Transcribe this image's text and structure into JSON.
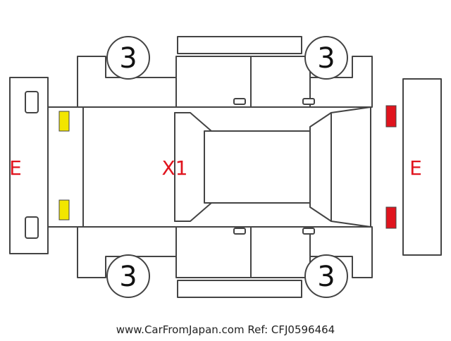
{
  "colors": {
    "outline": "#444444",
    "panel_fill": "#ffffff",
    "defect_text": "#e0141e",
    "front_lights": "#f2e600",
    "rear_lights": "#e0141e",
    "wheel_text": "#111111"
  },
  "diagram": {
    "wheels": [
      {
        "position": "front-left",
        "label": "3"
      },
      {
        "position": "rear-left",
        "label": "3"
      },
      {
        "position": "front-right",
        "label": "3"
      },
      {
        "position": "rear-right",
        "label": "3"
      }
    ],
    "markings": {
      "front_bumper": "E",
      "rear_bumper": "E",
      "hood": "X1"
    }
  },
  "footer": {
    "text": "www.CarFromJapan.com Ref: CFJ0596464"
  }
}
